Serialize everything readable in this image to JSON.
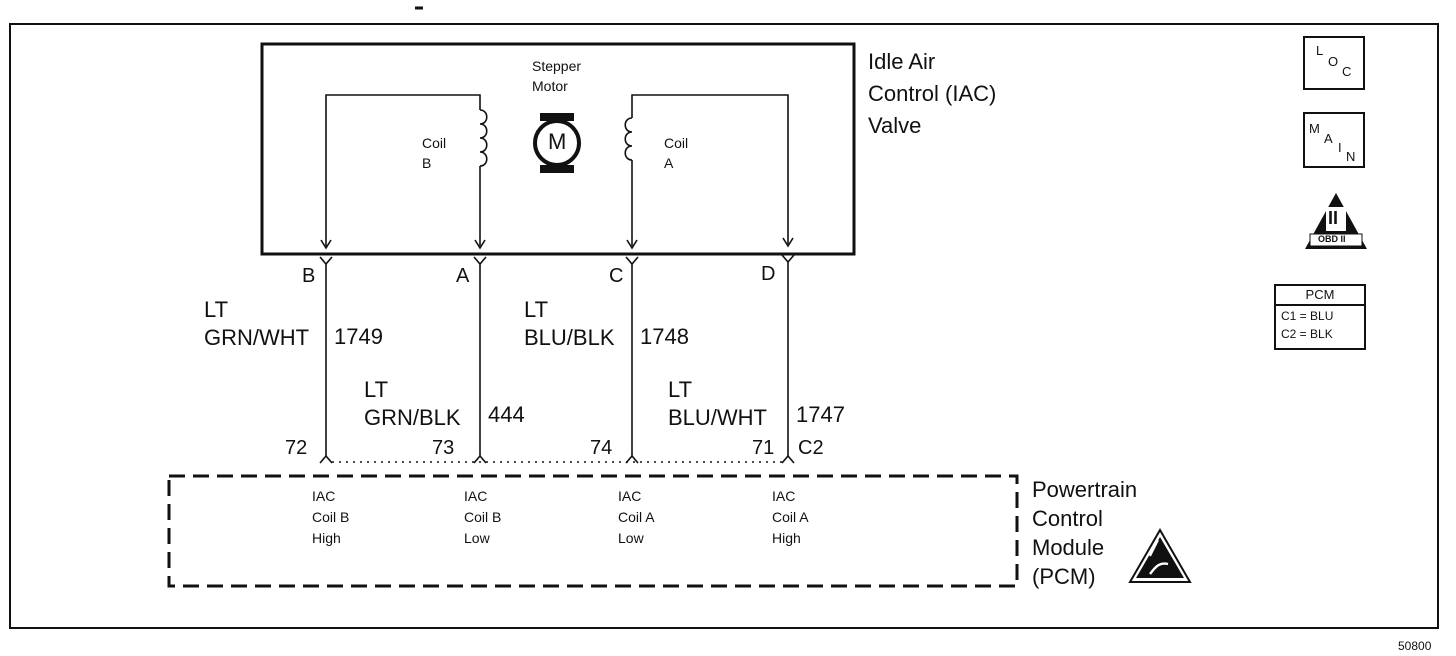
{
  "diagram": {
    "component": {
      "lines": [
        "Idle Air",
        "Control (IAC)",
        "Valve"
      ]
    },
    "motor": {
      "label_lines": [
        "Stepper",
        "Motor"
      ],
      "symbol": "M"
    },
    "coils": {
      "b": {
        "lines": [
          "Coil",
          "B"
        ]
      },
      "a": {
        "lines": [
          "Coil",
          "A"
        ]
      }
    },
    "terminals": [
      "B",
      "A",
      "C",
      "D"
    ],
    "wires": [
      {
        "color_lines": [
          "LT",
          "GRN/WHT"
        ],
        "circuit": "1749",
        "pin": "72",
        "function_lines": [
          "IAC",
          "Coil B",
          "High"
        ]
      },
      {
        "color_lines": [
          "LT",
          "GRN/BLK"
        ],
        "circuit": "444",
        "pin": "73",
        "function_lines": [
          "IAC",
          "Coil B",
          "Low"
        ]
      },
      {
        "color_lines": [
          "LT",
          "BLU/BLK"
        ],
        "circuit": "1748",
        "pin": "74",
        "function_lines": [
          "IAC",
          "Coil A",
          "Low"
        ]
      },
      {
        "color_lines": [
          "LT",
          "BLU/WHT"
        ],
        "circuit": "1747",
        "pin": "71",
        "function_lines": [
          "IAC",
          "Coil A",
          "High"
        ]
      }
    ],
    "connector": "C2",
    "module": {
      "lines": [
        "Powertrain",
        "Control",
        "Module",
        "(PCM)"
      ]
    },
    "legend": {
      "loc": [
        "L",
        "O",
        "C"
      ],
      "main": [
        "M",
        "A",
        "I",
        "N"
      ],
      "obd": {
        "numeral": "II",
        "text": "OBD II"
      },
      "pcm_table": {
        "header": "PCM",
        "rows": [
          "C1 = BLU",
          "C2 = BLK"
        ]
      }
    },
    "figure_number": "50800"
  }
}
